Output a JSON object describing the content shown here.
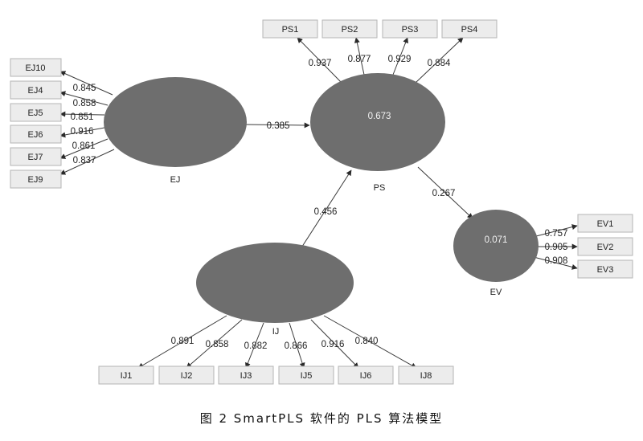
{
  "latents": {
    "EJ": {
      "label": "EJ",
      "r2": ""
    },
    "PS": {
      "label": "PS",
      "r2": "0.673"
    },
    "IJ": {
      "label": "IJ",
      "r2": ""
    },
    "EV": {
      "label": "EV",
      "r2": "0.071"
    }
  },
  "indicators": {
    "EJ": [
      {
        "label": "EJ10",
        "loading": "0.845"
      },
      {
        "label": "EJ4",
        "loading": "0.858"
      },
      {
        "label": "EJ5",
        "loading": "0.851"
      },
      {
        "label": "EJ6",
        "loading": "0.916"
      },
      {
        "label": "EJ7",
        "loading": "0.861"
      },
      {
        "label": "EJ9",
        "loading": "0.837"
      }
    ],
    "PS": [
      {
        "label": "PS1",
        "loading": "0.937"
      },
      {
        "label": "PS2",
        "loading": "0.877"
      },
      {
        "label": "PS3",
        "loading": "0.929"
      },
      {
        "label": "PS4",
        "loading": "0.884"
      }
    ],
    "EV": [
      {
        "label": "EV1",
        "loading": "0.757"
      },
      {
        "label": "EV2",
        "loading": "0.905"
      },
      {
        "label": "EV3",
        "loading": "0.908"
      }
    ],
    "IJ": [
      {
        "label": "IJ1",
        "loading": "0.891"
      },
      {
        "label": "IJ2",
        "loading": "0.858"
      },
      {
        "label": "IJ3",
        "loading": "0.882"
      },
      {
        "label": "IJ5",
        "loading": "0.866"
      },
      {
        "label": "IJ6",
        "loading": "0.916"
      },
      {
        "label": "IJ8",
        "loading": "0.840"
      }
    ]
  },
  "paths": {
    "EJ_PS": "0.385",
    "IJ_PS": "0.456",
    "PS_EV": "0.267"
  },
  "caption": "图 2  SmartPLS 软件的 PLS 算法模型",
  "colors": {
    "ellipse": "#6e6e6e",
    "box_fill": "#ececec",
    "box_stroke": "#b5b5b5",
    "line": "#3a3a3a"
  }
}
